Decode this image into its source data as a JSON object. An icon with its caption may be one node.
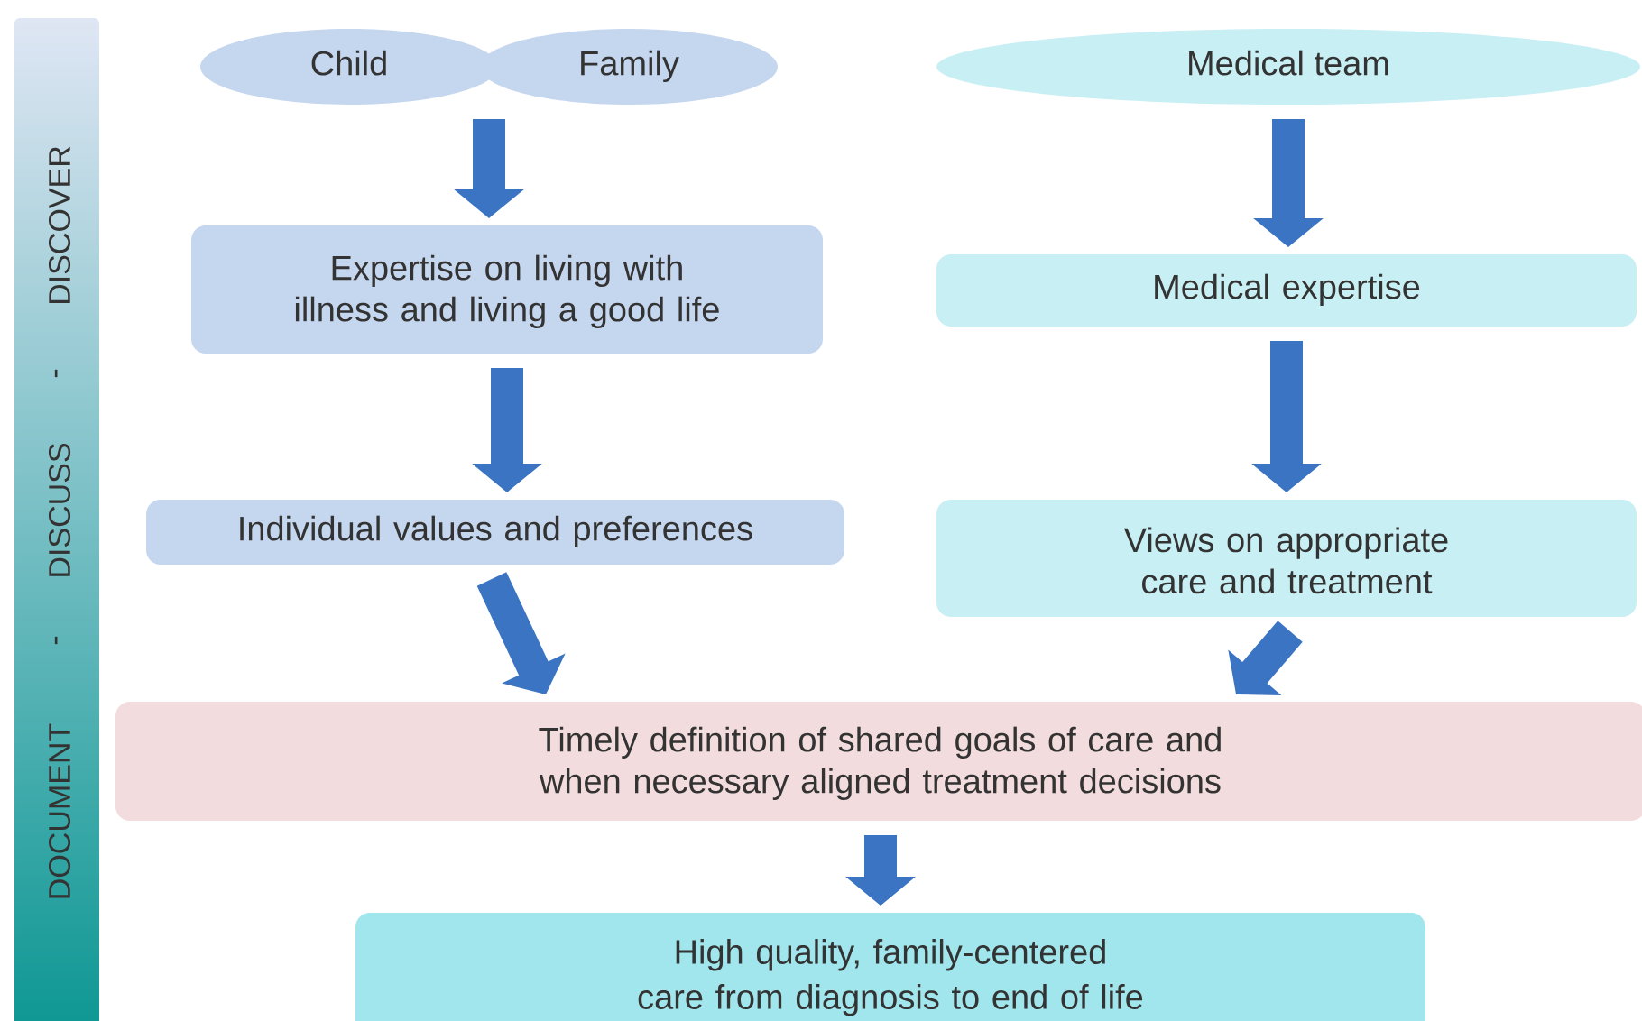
{
  "diagram": {
    "nodes": [
      {
        "text": [
          "DOCUMENT",
          "-",
          "DISCUSS",
          "-",
          "DISCOVER"
        ]
      },
      {
        "text": [
          "Child"
        ]
      },
      {
        "text": [
          "Family"
        ]
      },
      {
        "text": [
          "Medical team"
        ]
      },
      {
        "text": [
          "Expertise on living with illness and living a good life"
        ]
      },
      {
        "text": [
          "Medical expertise"
        ]
      },
      {
        "text": [
          "Individual values and preferences"
        ]
      },
      {
        "text": [
          "Views on appropriate care and treatment"
        ]
      },
      {
        "text": [
          "Timely definition of shared goals of care and when necessary aligned treatment decisions"
        ]
      },
      {
        "text": [
          "High quality, family-centered care from diagnosis to end of life"
        ]
      }
    ],
    "edges": [
      {
        "from": 1,
        "to": 4,
        "arrow": "to"
      },
      {
        "from": 2,
        "to": 4,
        "arrow": "to"
      },
      {
        "from": 3,
        "to": 5,
        "arrow": "to"
      },
      {
        "from": 4,
        "to": 6,
        "arrow": "to"
      },
      {
        "from": 5,
        "to": 7,
        "arrow": "to"
      },
      {
        "from": 6,
        "to": 8,
        "arrow": "to"
      },
      {
        "from": 7,
        "to": 8,
        "arrow": "to"
      },
      {
        "from": 8,
        "to": 9,
        "arrow": "to"
      }
    ]
  }
}
